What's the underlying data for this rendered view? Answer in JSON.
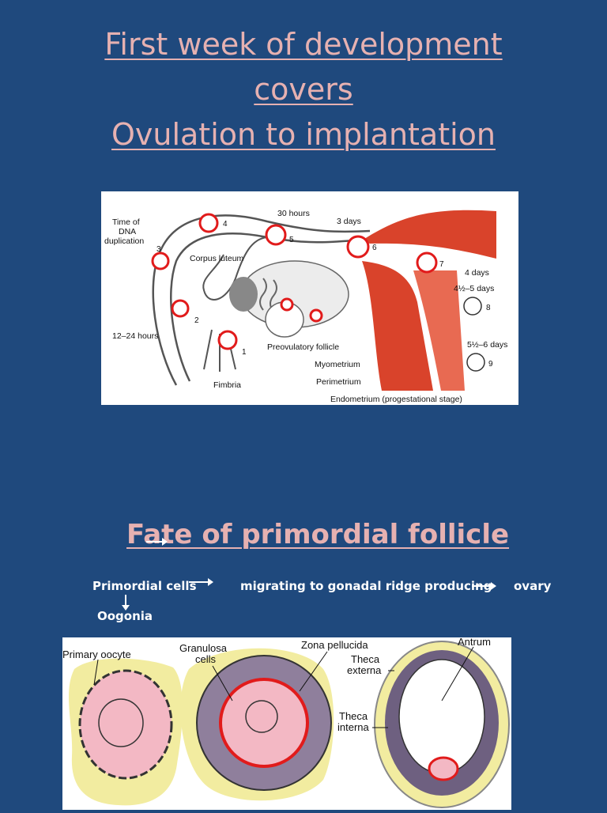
{
  "slide": {
    "title_lines": [
      "First week of development",
      "covers",
      "Ovulation to implantation"
    ],
    "subtitle": "Fate  of primordial  follicle"
  },
  "ovulation_figure": {
    "labels": {
      "time_dna_1": "Time of",
      "time_dna_2": "DNA",
      "time_dna_3": "duplication",
      "hours_30": "30 hours",
      "days_3": "3 days",
      "corpus_luteum": "Corpus luteum",
      "days_4": "4 days",
      "days_4_5": "4½–5 days",
      "hours_12_24": "12–24 hours",
      "preovulatory": "Preovulatory follicle",
      "days_5_6": "5½–6 days",
      "myometrium": "Myometrium",
      "perimetrium": "Perimetrium",
      "fimbria": "Fimbria",
      "endometrium": "Endometrium (progestational stage)"
    },
    "stage_numbers": [
      "1",
      "2",
      "3",
      "4",
      "5",
      "6",
      "7",
      "8",
      "9"
    ]
  },
  "flow": {
    "primordial_cells": "Primordial cells",
    "migrating": "migrating to gonadal ridge producing",
    "ovary": "ovary",
    "oogonia": "Oogonia"
  },
  "follicle_figure": {
    "labels": {
      "primary_oocyte": "Primary oocyte",
      "granulosa_1": "Granulosa",
      "granulosa_2": "cells",
      "zona_pellucida": "Zona pellucida",
      "antrum": "Antrum",
      "theca_ext_1": "Theca",
      "theca_ext_2": "externa",
      "theca_int_1": "Theca",
      "theca_int_2": "interna"
    }
  },
  "colors": {
    "background": "#1f497d",
    "title_text": "#e6b1b1",
    "uterus_muscle": "#d9432b",
    "highlight_ring": "#e11b1b",
    "oocyte_pink": "#f3b8c4",
    "stroma_yellow": "#f2eca0"
  }
}
